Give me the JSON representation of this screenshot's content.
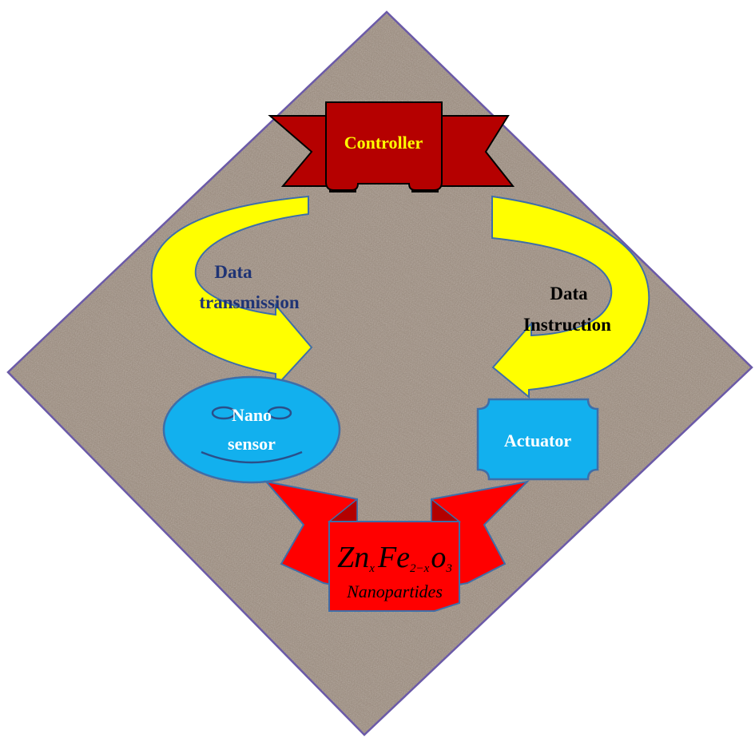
{
  "diagram": {
    "controller": {
      "label": "Controller"
    },
    "left_arrow": {
      "label_line1": "Data",
      "label_line2": "transmission"
    },
    "right_arrow": {
      "label_line1": "Data",
      "label_line2": "Instruction"
    },
    "sensor": {
      "label_line1": "Nano",
      "label_line2": "sensor"
    },
    "actuator": {
      "label": "Actuator"
    },
    "nanoparticles": {
      "formula": {
        "el1": "Zn",
        "sub1": "x",
        "el2": "Fe",
        "sub2": "2−x",
        "el3": "o",
        "sub3": "3"
      },
      "caption": "Nanopartides"
    }
  },
  "colors": {
    "background_texture": "#9a8c80",
    "border": "#6b5aa8",
    "controller_banner": "#b50000",
    "controller_text": "#ffff00",
    "arrow_fill": "#ffff00",
    "arrow_stroke": "#3e6ea8",
    "sensor_fill": "#12b0ee",
    "actuator_fill": "#12b0ee",
    "label_dark_blue": "#1f3475",
    "label_black": "#000000",
    "nano_banner": "#ff0000"
  }
}
